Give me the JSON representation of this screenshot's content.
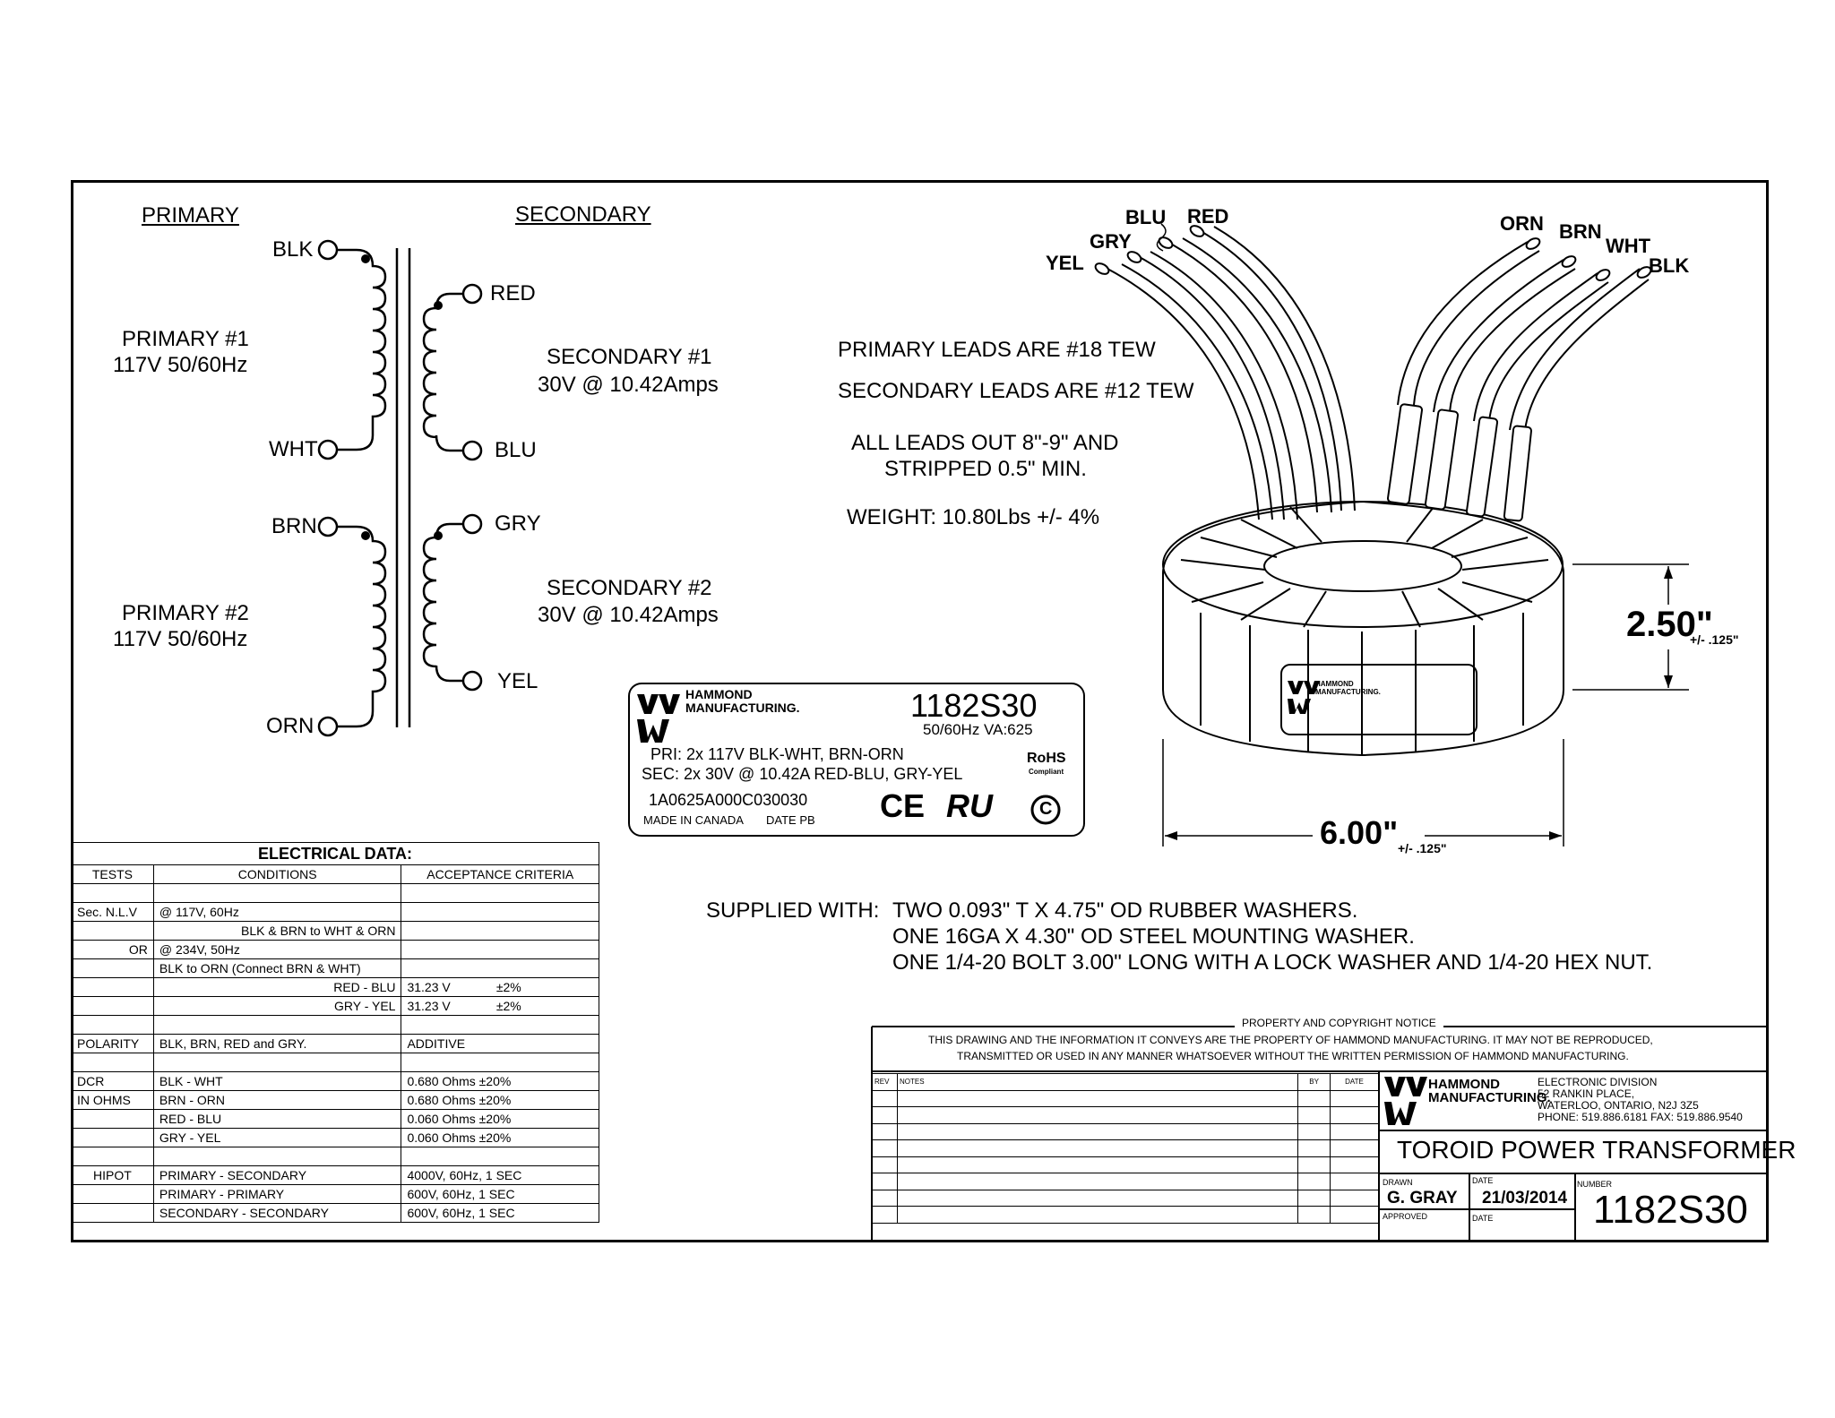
{
  "schematic": {
    "primary_heading": "PRIMARY",
    "secondary_heading": "SECONDARY",
    "primary1_name": "PRIMARY #1",
    "primary1_rating": "117V  50/60Hz",
    "primary2_name": "PRIMARY #2",
    "primary2_rating": "117V  50/60Hz",
    "secondary1_name": "SECONDARY #1",
    "secondary1_rating": "30V @ 10.42Amps",
    "secondary2_name": "SECONDARY #2",
    "secondary2_rating": "30V @ 10.42Amps",
    "terminals": {
      "blk": "BLK",
      "wht": "WHT",
      "brn": "BRN",
      "orn": "ORN",
      "red": "RED",
      "blu": "BLU",
      "gry": "GRY",
      "yel": "YEL"
    }
  },
  "notes": {
    "primary_leads": "PRIMARY LEADS ARE #18 TEW",
    "secondary_leads": "SECONDARY LEADS ARE #12 TEW",
    "leads_out_1": "ALL LEADS OUT 8\"-9\" AND",
    "leads_out_2": "STRIPPED 0.5\" MIN.",
    "weight": "WEIGHT: 10.80Lbs +/- 4%"
  },
  "drawing": {
    "lead_labels": {
      "yel": "YEL",
      "gry": "GRY",
      "blu": "BLU",
      "red": "RED",
      "orn": "ORN",
      "brn": "BRN",
      "wht": "WHT",
      "blk": "BLK"
    },
    "height_dim": "2.50\"",
    "height_tol": "+/- .125\"",
    "width_dim": "6.00\"",
    "width_tol": "+/- .125\"",
    "logo_line1": "HAMMOND",
    "logo_line2": "MANUFACTURING."
  },
  "label_plate": {
    "brand_line1": "HAMMOND",
    "brand_line2": "MANUFACTURING.",
    "part": "1182S30",
    "freq_va": "50/60Hz VA:625",
    "pri": "PRI: 2x 117V BLK-WHT, BRN-ORN",
    "sec": "SEC: 2x 30V @ 10.42A RED-BLU, GRY-YEL",
    "code": "1A0625A000C030030",
    "made_in": "MADE IN CANADA",
    "date_pb": "DATE  PB",
    "rohs": "RoHS",
    "rohs_sub": "Compliant",
    "ce": "CE",
    "ul": "RU",
    "csa": "C"
  },
  "supplied": {
    "label": "SUPPLIED WITH:",
    "line1": "TWO 0.093\" T X 4.75\" OD RUBBER WASHERS.",
    "line2": "ONE  16GA  X 4.30\" OD STEEL MOUNTING WASHER.",
    "line3": "ONE 1/4-20 BOLT 3.00\" LONG WITH A LOCK WASHER AND 1/4-20 HEX NUT."
  },
  "electrical": {
    "title": "ELECTRICAL DATA:",
    "headers": [
      "TESTS",
      "CONDITIONS",
      "ACCEPTANCE CRITERIA"
    ],
    "rows": [
      [
        "",
        "",
        "",
        ""
      ],
      [
        "Sec. N.L.V",
        "@ 117V, 60Hz",
        "",
        ""
      ],
      [
        "",
        "BLK & BRN  to WHT & ORN",
        "",
        ""
      ],
      [
        "OR",
        "@ 234V, 50Hz",
        "",
        ""
      ],
      [
        "",
        "BLK to ORN  (Connect BRN & WHT)",
        "",
        ""
      ],
      [
        "",
        "RED - BLU",
        "31.23 V",
        "±2%"
      ],
      [
        "",
        "GRY - YEL",
        "31.23 V",
        "±2%"
      ],
      [
        "",
        "",
        "",
        ""
      ],
      [
        "POLARITY",
        "BLK, BRN, RED and GRY.",
        "ADDITIVE",
        ""
      ],
      [
        "",
        "",
        "",
        ""
      ],
      [
        "DCR",
        "BLK - WHT",
        "0.680 Ohms ±20%",
        ""
      ],
      [
        "IN OHMS",
        "BRN - ORN",
        "0.680 Ohms ±20%",
        ""
      ],
      [
        "",
        "RED - BLU",
        "0.060 Ohms ±20%",
        ""
      ],
      [
        "",
        "GRY - YEL",
        "0.060 Ohms ±20%",
        ""
      ],
      [
        "",
        "",
        "",
        ""
      ],
      [
        "HIPOT",
        "PRIMARY - SECONDARY",
        "4000V, 60Hz, 1 SEC",
        ""
      ],
      [
        "",
        "PRIMARY - PRIMARY",
        "600V, 60Hz, 1 SEC",
        ""
      ],
      [
        "",
        "SECONDARY - SECONDARY",
        "600V, 60Hz, 1 SEC",
        ""
      ]
    ]
  },
  "title_block": {
    "notice_title": "PROPERTY AND COPYRIGHT NOTICE",
    "notice_line1": "THIS DRAWING AND THE INFORMATION IT CONVEYS ARE THE PROPERTY OF HAMMOND MANUFACTURING. IT MAY NOT BE REPRODUCED,",
    "notice_line2": "TRANSMITTED OR USED IN ANY MANNER WHATSOEVER WITHOUT THE WRITTEN PERMISSION OF HAMMOND MANUFACTURING.",
    "rev_headers": [
      "REV",
      "NOTES",
      "BY",
      "DATE"
    ],
    "brand_line1": "HAMMOND",
    "brand_line2": "MANUFACTURING.",
    "division": "ELECTRONIC DIVISION",
    "address1": "52 RANKIN PLACE,",
    "address2": "WATERLOO, ONTARIO, N2J 3Z5",
    "phone": "PHONE: 519.886.6181   FAX: 519.886.9540",
    "title": "TOROID POWER TRANSFORMER",
    "drawn_label": "DRAWN",
    "drawn_value": "G. GRAY",
    "date_label": "DATE",
    "date_value": "21/03/2014",
    "approved_label": "APPROVED",
    "date2_label": "DATE",
    "number_label": "NUMBER",
    "number_value": "1182S30"
  }
}
